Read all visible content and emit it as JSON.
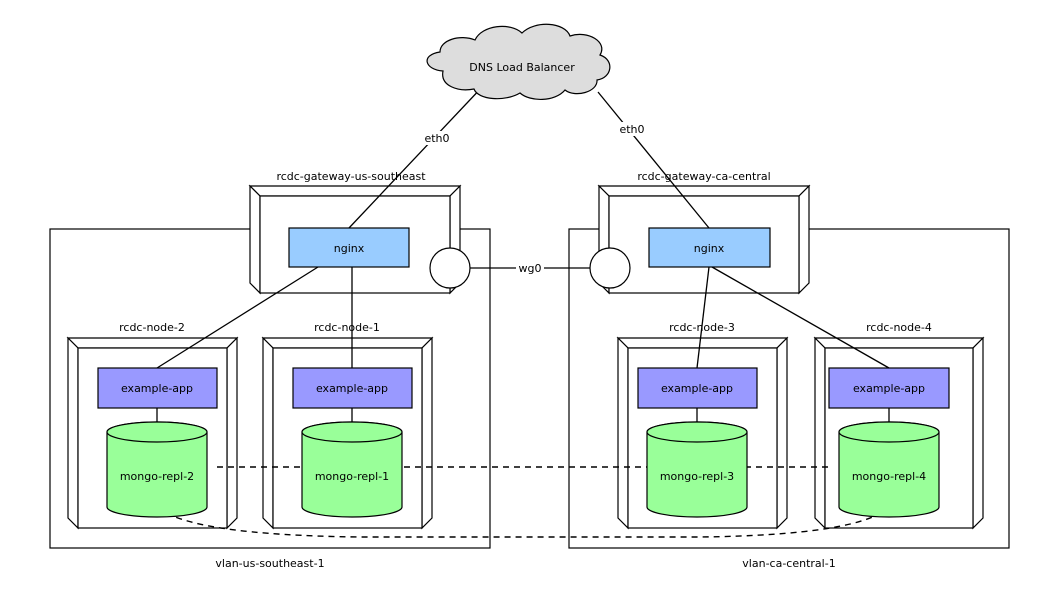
{
  "colors": {
    "nginx_fill": "#99ccff",
    "app_fill": "#9999ff",
    "db_fill": "#99ff99",
    "cloud_fill": "#dddddd",
    "node_side": "#e6e6e6"
  },
  "cloud": {
    "label": "DNS Load Balancer"
  },
  "links": {
    "eth0_left": "eth0",
    "eth0_right": "eth0",
    "wg0": "wg0"
  },
  "vlans": [
    {
      "label": "vlan-us-southeast-1"
    },
    {
      "label": "vlan-ca-central-1"
    }
  ],
  "gateways": [
    {
      "label": "rcdc-gateway-us-southeast",
      "service": "nginx"
    },
    {
      "label": "rcdc-gateway-ca-central",
      "service": "nginx"
    }
  ],
  "nodes": [
    {
      "label": "rcdc-node-2",
      "app": "example-app",
      "db": "mongo-repl-2"
    },
    {
      "label": "rcdc-node-1",
      "app": "example-app",
      "db": "mongo-repl-1"
    },
    {
      "label": "rcdc-node-3",
      "app": "example-app",
      "db": "mongo-repl-3"
    },
    {
      "label": "rcdc-node-4",
      "app": "example-app",
      "db": "mongo-repl-4"
    }
  ]
}
